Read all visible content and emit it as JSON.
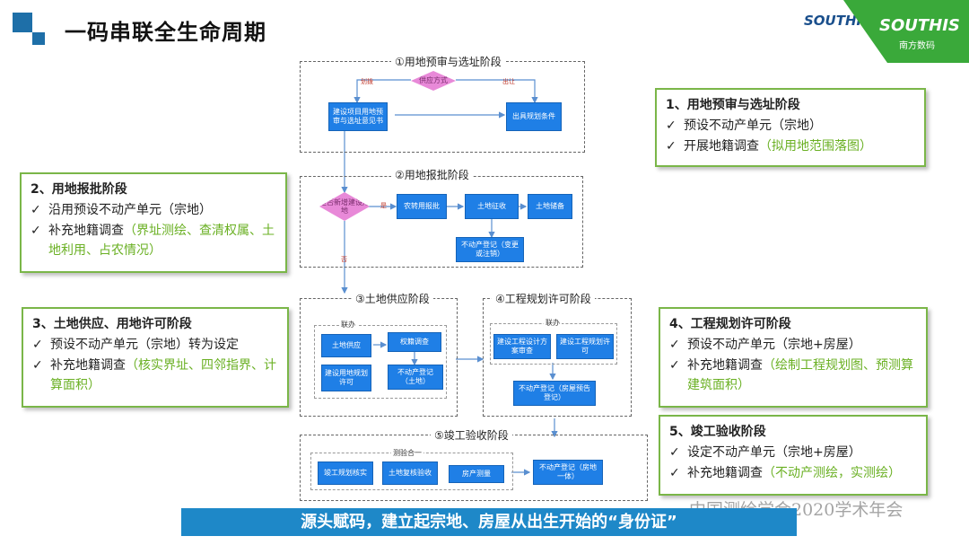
{
  "header": {
    "title": "一码串联全生命周期",
    "brand_small": "SOUTHIS",
    "brand_main": "SOUTHIS",
    "brand_sub": "南方数码"
  },
  "diagram": {
    "stage1": {
      "label": "①用地预审与选址阶段",
      "decision": "供应方式",
      "edge_left": "划拨",
      "edge_right": "出让",
      "box_left": "建设项目用地预审与选址意见书",
      "box_right": "出具规划条件"
    },
    "stage2": {
      "label": "②用地报批阶段",
      "decision": "是否新增建设用地",
      "edge_yes": "是",
      "edge_no": "否",
      "box1": "农转用报批",
      "box2": "土地征收",
      "box3": "土地储备",
      "box4": "不动产登记（变更或注销）"
    },
    "stage3": {
      "label": "③土地供应阶段",
      "group": "联办",
      "box1": "土地供应",
      "box2": "建设用地规划许可",
      "box3": "权籍调查",
      "box4": "不动产登记（土地）"
    },
    "stage4": {
      "label": "④工程规划许可阶段",
      "group": "联办",
      "box1": "建设工程设计方案审查",
      "box2": "建设工程规划许可",
      "box3": "不动产登记（房屋预告登记）"
    },
    "stage5": {
      "label": "⑤竣工验收阶段",
      "group": "测验合一",
      "box1": "竣工规划核实",
      "box2": "土地复核验收",
      "box3": "房产测量",
      "box4": "不动产登记（房地一体）"
    }
  },
  "callouts": {
    "c1": {
      "title": "1、用地预审与选址阶段",
      "item1": "预设不动产单元（宗地）",
      "item2": "开展地籍调查",
      "item2_note": "（拟用地范围落图）"
    },
    "c2": {
      "title": "2、用地报批阶段",
      "item1": "沿用预设不动产单元（宗地）",
      "item2": "补充地籍调查",
      "item2_note": "（界址测绘、查清权属、土地利用、占农情况）"
    },
    "c3": {
      "title": "3、土地供应、用地许可阶段",
      "item1": "预设不动产单元（宗地）转为设定",
      "item2": "补充地籍调查",
      "item2_note": "（核实界址、四邻指界、计算面积）"
    },
    "c4": {
      "title": "4、工程规划许可阶段",
      "item1": "预设不动产单元（宗地+房屋）",
      "item2": "补充地籍调查",
      "item2_note": "（绘制工程规划图、预测算建筑面积）"
    },
    "c5": {
      "title": "5、竣工验收阶段",
      "item1": "设定不动产单元（宗地+房屋）",
      "item2": "补充地籍调查",
      "item2_note": "（不动产测绘，实测绘）"
    },
    "check": "✓"
  },
  "banner": "源头赋码，建立起宗地、房屋从出生开始的“身份证”",
  "watermark": "中国测绘学会2020学术年会"
}
